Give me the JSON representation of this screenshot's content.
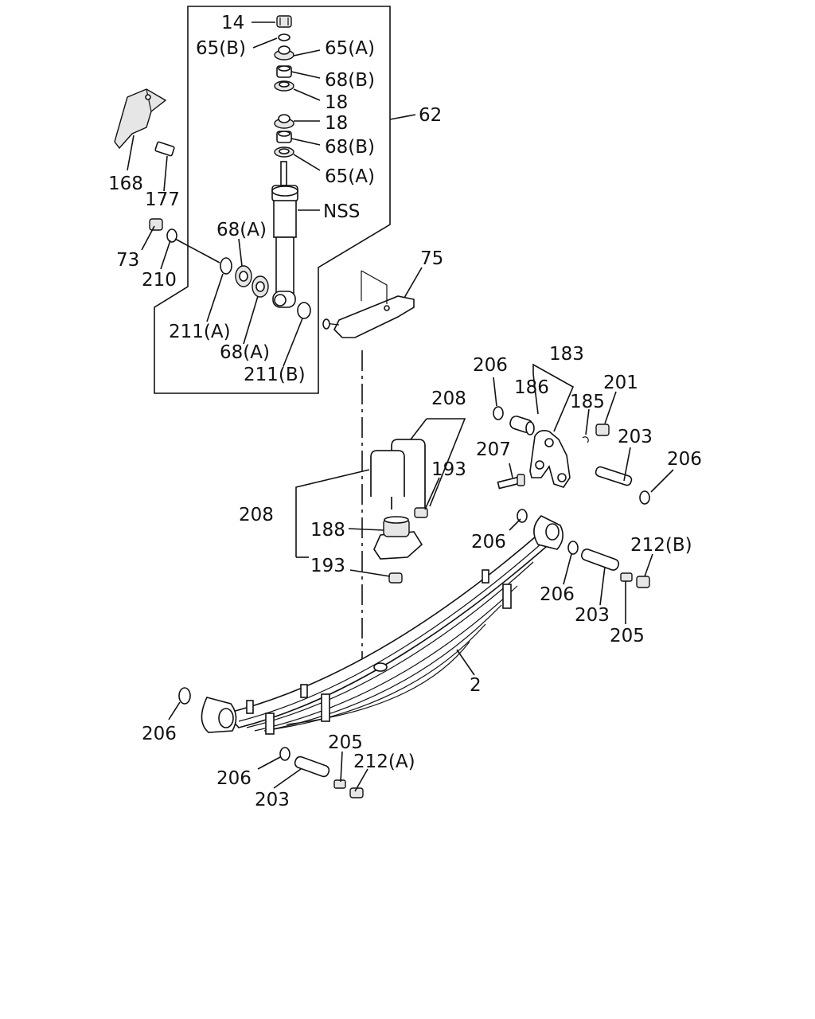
{
  "labels": {
    "l14": "14",
    "l65b": "65(B)",
    "l65a_1": "65(A)",
    "l68b_1": "68(B)",
    "l18_1": "18",
    "l18_2": "18",
    "l68b_2": "68(B)",
    "l65a_2": "65(A)",
    "l62": "62",
    "lnss": "NSS",
    "l168": "168",
    "l177": "177",
    "l73": "73",
    "l210": "210",
    "l68a_1": "68(A)",
    "l211a": "211(A)",
    "l68a_2": "68(A)",
    "l211b": "211(B)",
    "l75": "75",
    "l183": "183",
    "l206_1": "206",
    "l186": "186",
    "l201": "201",
    "l185": "185",
    "l208_1": "208",
    "l207": "207",
    "l203_1": "203",
    "l193_1": "193",
    "l206_2": "206",
    "l208_2": "208",
    "l188": "188",
    "l206_3": "206",
    "l212b": "212(B)",
    "l193_2": "193",
    "l206_4": "206",
    "l203_2": "203",
    "l205_1": "205",
    "l2": "2",
    "l206_5": "206",
    "l205_2": "205",
    "l212a": "212(A)",
    "l206_6": "206",
    "l203_3": "203"
  },
  "colors": {
    "ink": "#111111",
    "background": "#ffffff"
  }
}
